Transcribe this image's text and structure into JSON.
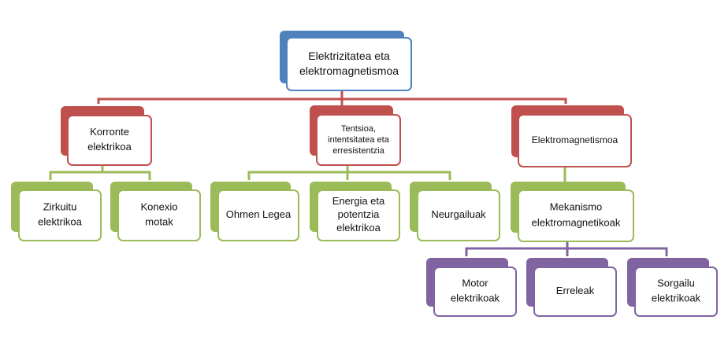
{
  "diagram": {
    "colors": {
      "root": "#4f81bd",
      "level1": "#c0504d",
      "level2": "#9bbb59",
      "level3": "#8064a2",
      "front_fill": "#ffffff",
      "line_text": "#111111"
    },
    "root": {
      "label": "Elektrizitatea eta elektromagnetismoa",
      "lines": [
        "Elektrizitatea eta",
        "elektromagnetismoa"
      ]
    },
    "level1": [
      {
        "label": "Korronte elektrikoa",
        "lines": [
          "Korronte",
          "elektrikoa"
        ]
      },
      {
        "label": "Tentsioa, intentsitatea eta erresistentzia",
        "lines": [
          "Tentsioa,",
          "intentsitatea eta",
          "erresistentzia"
        ]
      },
      {
        "label": "Elektromagnetismoa",
        "lines": [
          "Elektromagnetismoa"
        ]
      }
    ],
    "level2": [
      {
        "label": "Zirkuitu elektrikoa",
        "lines": [
          "Zirkuitu",
          "elektrikoa"
        ]
      },
      {
        "label": "Konexio motak",
        "lines": [
          "Konexio",
          "motak"
        ]
      },
      {
        "label": "Ohmen Legea",
        "lines": [
          "Ohmen Legea"
        ]
      },
      {
        "label": "Energia eta potentzia elektrikoa",
        "lines": [
          "Energia eta",
          "potentzia",
          "elektrikoa"
        ]
      },
      {
        "label": "Neurgailuak",
        "lines": [
          "Neurgailuak"
        ]
      },
      {
        "label": "Mekanismo elektromagnetikoak",
        "lines": [
          "Mekanismo",
          "elektromagnetikoak"
        ]
      }
    ],
    "level3": [
      {
        "label": "Motor elektrikoak",
        "lines": [
          "Motor",
          "elektrikoak"
        ]
      },
      {
        "label": "Erreleak",
        "lines": [
          "Erreleak"
        ]
      },
      {
        "label": "Sorgailu elektrikoak",
        "lines": [
          "Sorgailu",
          "elektrikoak"
        ]
      }
    ]
  }
}
